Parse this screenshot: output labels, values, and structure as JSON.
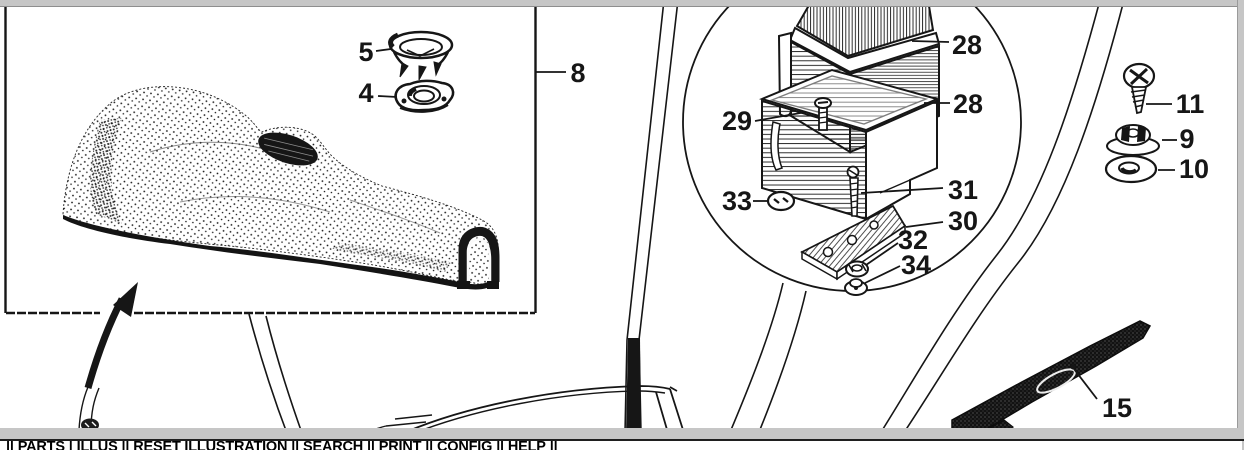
{
  "frame": {
    "edge_color": "#c6c6c6"
  },
  "toolbar": {
    "background": "#ffffff",
    "text_color": "#000000",
    "leading_separator": "||",
    "items": [
      {
        "label": "PARTS",
        "separator_after": "|"
      },
      {
        "label": "ILLUS",
        "separator_after": "||"
      },
      {
        "label": "RESET ILLUSTRATION",
        "separator_after": "||"
      },
      {
        "label": "SEARCH",
        "separator_after": "||"
      },
      {
        "label": "PRINT",
        "separator_after": "||"
      },
      {
        "label": "CONFIG",
        "separator_after": "||"
      },
      {
        "label": "HELP",
        "separator_after": "||"
      }
    ]
  },
  "illustration": {
    "background": "#ffffff",
    "line_color": "#161616",
    "labels": [
      {
        "text": "5"
      },
      {
        "text": "4"
      },
      {
        "text": "8"
      },
      {
        "text": "28"
      },
      {
        "text": "28"
      },
      {
        "text": "29"
      },
      {
        "text": "31"
      },
      {
        "text": "30"
      },
      {
        "text": "32"
      },
      {
        "text": "33"
      },
      {
        "text": "34"
      },
      {
        "text": "11"
      },
      {
        "text": "9"
      },
      {
        "text": "10"
      },
      {
        "text": "15"
      }
    ]
  }
}
